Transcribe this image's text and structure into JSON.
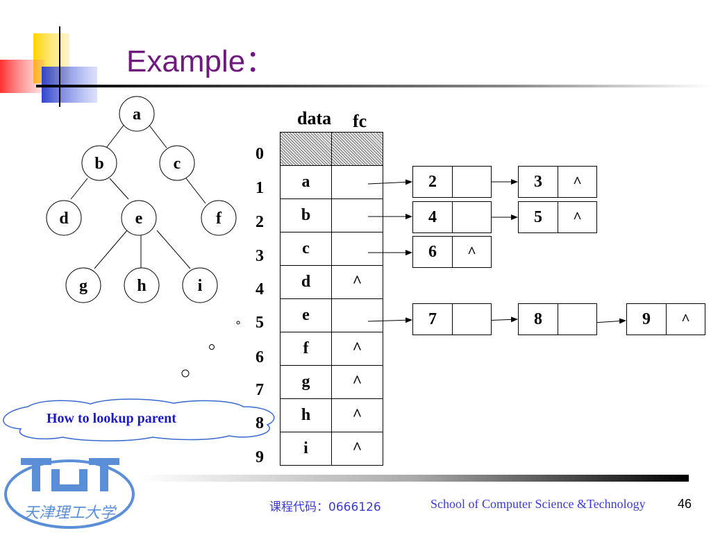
{
  "title": "Example：",
  "tree": {
    "nodes": [
      "a",
      "b",
      "c",
      "d",
      "e",
      "f",
      "g",
      "h",
      "i"
    ]
  },
  "table": {
    "headers": {
      "data": "data",
      "fc": "fc"
    },
    "rows": [
      {
        "index": "0",
        "data": "",
        "fc": ""
      },
      {
        "index": "1",
        "data": "a",
        "fc": ""
      },
      {
        "index": "2",
        "data": "b",
        "fc": ""
      },
      {
        "index": "3",
        "data": "c",
        "fc": ""
      },
      {
        "index": "4",
        "data": "d",
        "fc": "^"
      },
      {
        "index": "5",
        "data": "e",
        "fc": ""
      },
      {
        "index": "6",
        "data": "f",
        "fc": "^"
      },
      {
        "index": "7",
        "data": "g",
        "fc": "^"
      },
      {
        "index": "8",
        "data": "h",
        "fc": "^"
      },
      {
        "index": "9",
        "data": "i",
        "fc": "^"
      }
    ]
  },
  "child_lists": [
    {
      "row": "1",
      "nodes": [
        {
          "child": "2",
          "next": ""
        },
        {
          "child": "3",
          "next": "^"
        }
      ]
    },
    {
      "row": "2",
      "nodes": [
        {
          "child": "4",
          "next": ""
        },
        {
          "child": "5",
          "next": "^"
        }
      ]
    },
    {
      "row": "3",
      "nodes": [
        {
          "child": "6",
          "next": "^"
        }
      ]
    },
    {
      "row": "5",
      "nodes": [
        {
          "child": "7",
          "next": ""
        },
        {
          "child": "8",
          "next": ""
        },
        {
          "child": "9",
          "next": "^"
        }
      ]
    }
  ],
  "callout": "How to lookup parent",
  "footer": {
    "course_code": "课程代码：0666126",
    "school": "School of Computer Science &Technology",
    "page": "46"
  },
  "logo_text": "天津理工大学",
  "colors": {
    "title": "#6e1a7e",
    "footer": "#3a3ad0",
    "callout_text": "#1a1acc",
    "cloud_border": "#3a6ad0"
  }
}
